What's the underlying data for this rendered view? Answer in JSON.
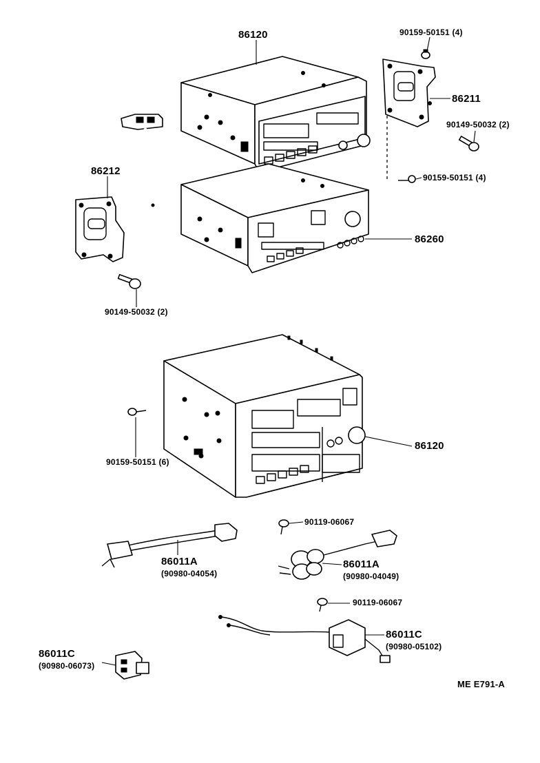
{
  "labels": {
    "radio_top": "86120",
    "screw_top_right": "90159-50151 (4)",
    "bracket_right": "86211",
    "bolt_right": "90149-50032 (2)",
    "screw_mid_right": "90159-50151 (4)",
    "bracket_left": "86212",
    "tape_player": "86260",
    "bolt_left": "90149-50032 (2)",
    "screw_left": "90159-50151 (6)",
    "radio_bottom": "86120",
    "screw_bottom_1": "90119-06067",
    "harness_a1": "86011A",
    "harness_a1_sub": "(90980-04054)",
    "harness_a2": "86011A",
    "harness_a2_sub": "(90980-04049)",
    "screw_bottom_2": "90119-06067",
    "harness_c1": "86011C",
    "harness_c1_sub": "(90980-05102)",
    "harness_c2": "86011C",
    "harness_c2_sub": "(90980-06073)",
    "diagram_code": "ME  E791-A"
  }
}
